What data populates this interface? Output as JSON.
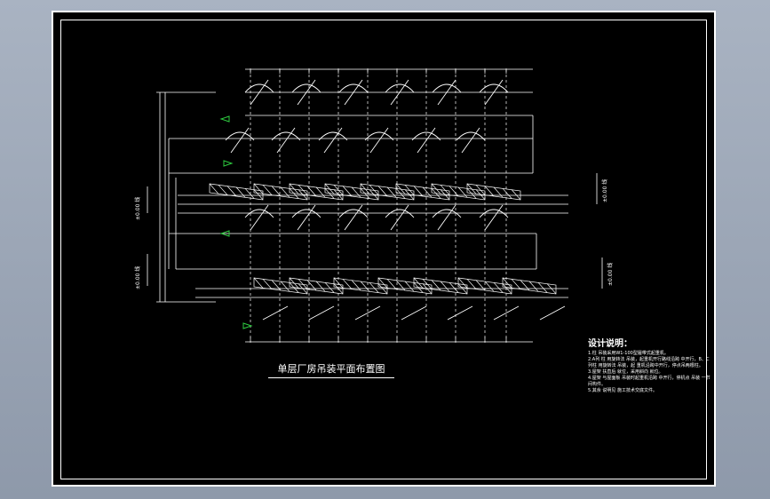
{
  "plan_title": "单层厂房吊装平面布置图",
  "notes": {
    "title": "设计说明：",
    "lines": [
      "1.柱 吊装采用W1-100型履带式起重机。",
      "2.A列 柱 用旋转法 吊装，起重机开行路线沿跨 中开行，B、C列柱 用旋转法 吊装，起 重机沿跨中开行，停点吊两根柱。",
      "3.屋架 扶直后 就位，采用斜向 就位。",
      "4.屋架 与屋面板 吊装时起重机沿跨 中开行，停机点 吊装 一节间构件。",
      "5.其余 说明见 施工技术交底文件。"
    ]
  },
  "axis_labels": [
    "±0.00 线",
    "±0.00 线",
    "±0.00 线",
    "±0.00 线"
  ]
}
